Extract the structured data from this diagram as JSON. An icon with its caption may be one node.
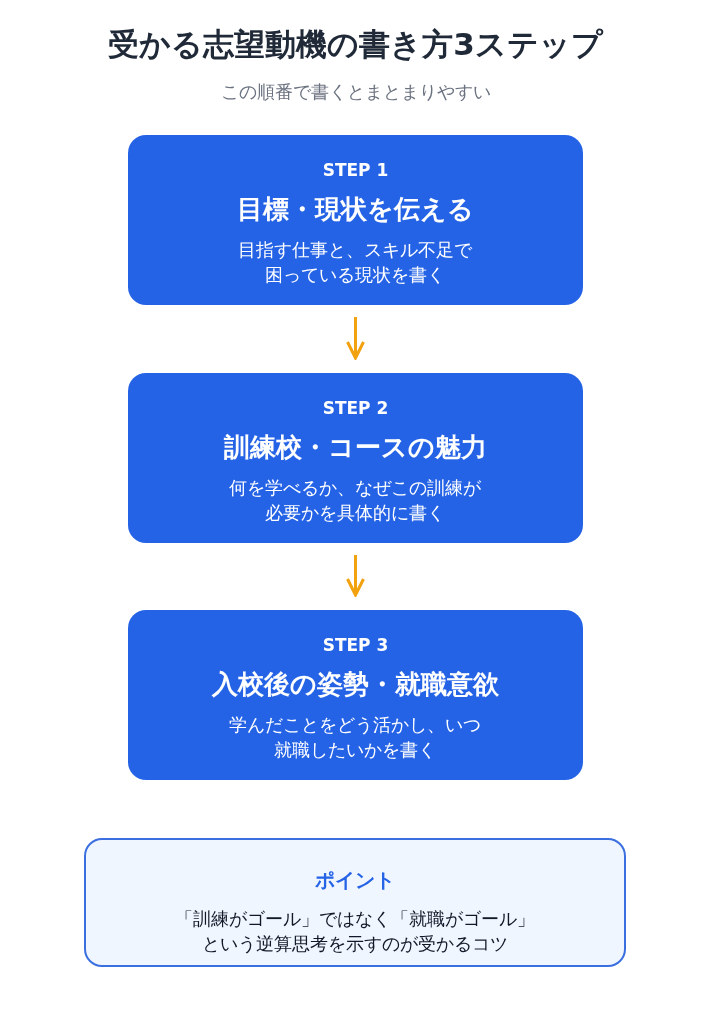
{
  "diagram": {
    "title": "受かる志望動機の書き方3ステップ",
    "caption": "この順番で書くとまとまりやすい",
    "nodes": [
      {
        "text": [
          "STEP 1",
          "目標・現状を伝える",
          "目指す仕事と、スキル不足で困っている現状を書く"
        ]
      },
      {
        "text": [
          "STEP 2",
          "訓練校・コースの魅力",
          "何を学べるか、なぜこの訓練が必要かを具体的に書く"
        ]
      },
      {
        "text": [
          "STEP 3",
          "入校後の姿勢・就職意欲",
          "学んだことをどう活かし、いつ就職したいかを書く"
        ]
      },
      {
        "text": [
          "ポイント",
          "「訓練がゴール」ではなく「就職がゴール」という逆算思考を示すのが受かるコツ"
        ]
      }
    ],
    "edges": [
      {
        "from": 0,
        "to": 1,
        "arrow": "to"
      },
      {
        "from": 1,
        "to": 2,
        "arrow": "to"
      }
    ]
  }
}
